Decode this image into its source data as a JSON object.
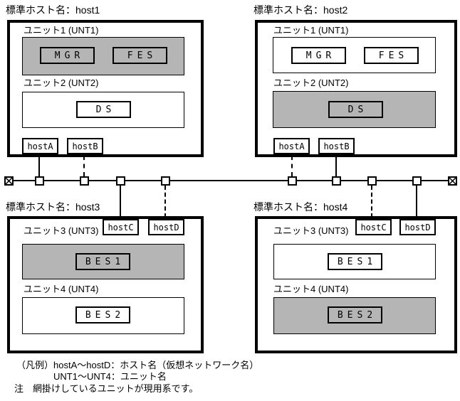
{
  "diagram": {
    "hosts": [
      {
        "name": "host1",
        "title": "標準ホスト名：host1",
        "units": [
          {
            "label": "ユニット1 (UNT1)",
            "shaded": true,
            "components": [
              {
                "label": "MGR",
                "shaded": true
              },
              {
                "label": "FES",
                "shaded": true
              }
            ]
          },
          {
            "label": "ユニット2 (UNT2)",
            "shaded": false,
            "components": [
              {
                "label": "DS",
                "shaded": false
              }
            ]
          }
        ],
        "tabs": [
          "hostA",
          "hostB"
        ]
      },
      {
        "name": "host2",
        "title": "標準ホスト名：host2",
        "units": [
          {
            "label": "ユニット1 (UNT1)",
            "shaded": false,
            "components": [
              {
                "label": "MGR",
                "shaded": false
              },
              {
                "label": "FES",
                "shaded": false
              }
            ]
          },
          {
            "label": "ユニット2 (UNT2)",
            "shaded": true,
            "components": [
              {
                "label": "DS",
                "shaded": true
              }
            ]
          }
        ],
        "tabs": [
          "hostA",
          "hostB"
        ]
      },
      {
        "name": "host3",
        "title": "標準ホスト名：host3",
        "units": [
          {
            "label": "ユニット3 (UNT3)",
            "shaded": true,
            "components": [
              {
                "label": "BES1",
                "shaded": true
              }
            ]
          },
          {
            "label": "ユニット4 (UNT4)",
            "shaded": false,
            "components": [
              {
                "label": "BES2",
                "shaded": false
              }
            ]
          }
        ],
        "tabs": [
          "hostC",
          "hostD"
        ]
      },
      {
        "name": "host4",
        "title": "標準ホスト名：host4",
        "units": [
          {
            "label": "ユニット3 (UNT3)",
            "shaded": false,
            "components": [
              {
                "label": "BES1",
                "shaded": false
              }
            ]
          },
          {
            "label": "ユニット4 (UNT4)",
            "shaded": true,
            "components": [
              {
                "label": "BES2",
                "shaded": true
              }
            ]
          }
        ],
        "tabs": [
          "hostC",
          "hostD"
        ]
      }
    ],
    "network": {
      "nodes": [
        {
          "connects_to": "host1 hostA",
          "line": "solid"
        },
        {
          "connects_to": "host1 hostB",
          "line": "dashed"
        },
        {
          "connects_to": "host3 hostC",
          "line": "solid"
        },
        {
          "connects_to": "host3 hostD",
          "line": "dashed"
        },
        {
          "connects_to": "host2 hostA",
          "line": "dashed"
        },
        {
          "connects_to": "host2 hostB",
          "line": "solid"
        },
        {
          "connects_to": "host4 hostC",
          "line": "dashed"
        },
        {
          "connects_to": "host4 hostD",
          "line": "solid"
        }
      ],
      "terminators": 2
    },
    "legend": {
      "line1": "（凡例）hostA～hostD：ホスト名（仮想ネットワーク名）",
      "line2": "UNT1～UNT4：ユニット名",
      "note": "注　網掛けしているユニットが現用系です。"
    },
    "colors": {
      "shaded_fill": "#b5b5b5",
      "line": "#000000",
      "background": "#ffffff"
    }
  }
}
